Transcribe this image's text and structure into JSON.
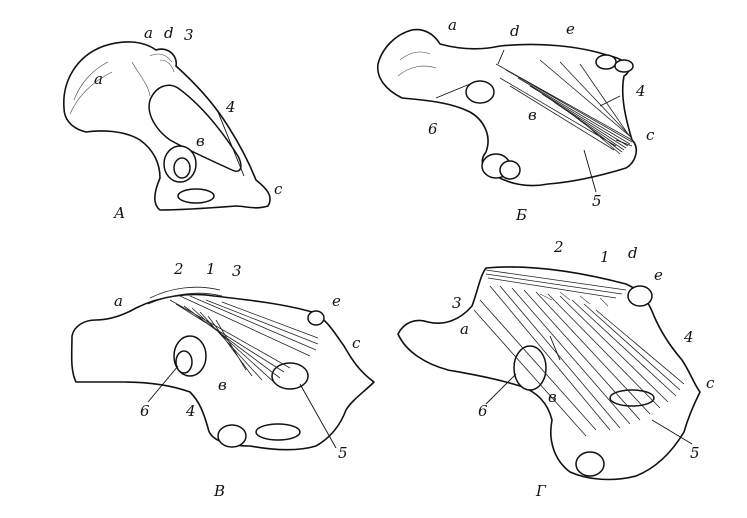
{
  "panels": [
    {
      "id": "A",
      "caption": "А",
      "labels": {
        "a1": "a",
        "a2": "a",
        "d": "d",
        "n3": "3",
        "n4": "4",
        "b": "в",
        "c": "c"
      }
    },
    {
      "id": "B",
      "caption": "Б",
      "labels": {
        "a": "a",
        "d": "d",
        "e": "e",
        "n4": "4",
        "b": "в",
        "n6": "6",
        "c": "c",
        "n5": "5"
      }
    },
    {
      "id": "V",
      "caption": "В",
      "labels": {
        "n2": "2",
        "n1": "1",
        "n3": "3",
        "a": "a",
        "e": "e",
        "c": "c",
        "n6": "6",
        "b": "в",
        "n4": "4",
        "n5": "5"
      }
    },
    {
      "id": "G",
      "caption": "Г",
      "labels": {
        "n2": "2",
        "n1": "1",
        "d": "d",
        "e": "e",
        "n3": "3",
        "a": "a",
        "n4": "4",
        "n6": "6",
        "b": "в",
        "c": "c",
        "n5": "5"
      }
    }
  ]
}
